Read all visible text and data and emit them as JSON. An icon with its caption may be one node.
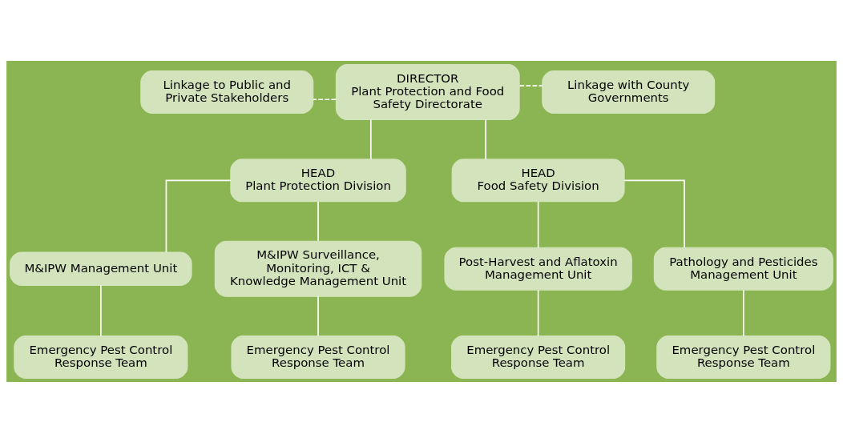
{
  "diagram": {
    "nodes": [
      {
        "text": [
          "Linkage to Public and Private Stakeholders"
        ]
      },
      {
        "text": [
          "DIRECTOR",
          "Plant Protection and Food Safety Directorate"
        ]
      },
      {
        "text": [
          "Linkage with County Governments"
        ]
      },
      {
        "text": [
          "HEAD",
          "Plant Protection Division"
        ]
      },
      {
        "text": [
          "HEAD",
          "Food Safety Division"
        ]
      },
      {
        "text": [
          "M&IPW Management Unit"
        ]
      },
      {
        "text": [
          "M&IPW Surveillance, Monitoring, ICT & Knowledge Management Unit"
        ]
      },
      {
        "text": [
          "Post-Harvest and Aflatoxin Management Unit"
        ]
      },
      {
        "text": [
          "Pathology and Pesticides Management Unit"
        ]
      },
      {
        "text": [
          "Emergency Pest Control Response Team"
        ]
      },
      {
        "text": [
          "Emergency Pest Control Response Team"
        ]
      },
      {
        "text": [
          "Emergency Pest Control Response Team"
        ]
      },
      {
        "text": [
          "Emergency Pest Control Response Team"
        ]
      }
    ],
    "edges": [
      {
        "from": 1,
        "to": 0,
        "arrow": "none",
        "style": "dashed"
      },
      {
        "from": 1,
        "to": 2,
        "arrow": "none",
        "style": "dashed"
      },
      {
        "from": 1,
        "to": 3,
        "arrow": "none"
      },
      {
        "from": 1,
        "to": 4,
        "arrow": "none"
      },
      {
        "from": 3,
        "to": 5,
        "arrow": "none"
      },
      {
        "from": 3,
        "to": 6,
        "arrow": "none"
      },
      {
        "from": 4,
        "to": 7,
        "arrow": "none"
      },
      {
        "from": 4,
        "to": 8,
        "arrow": "none"
      },
      {
        "from": 5,
        "to": 9,
        "arrow": "none"
      },
      {
        "from": 6,
        "to": 10,
        "arrow": "none"
      },
      {
        "from": 7,
        "to": 11,
        "arrow": "none"
      },
      {
        "from": 8,
        "to": 12,
        "arrow": "none"
      }
    ]
  }
}
